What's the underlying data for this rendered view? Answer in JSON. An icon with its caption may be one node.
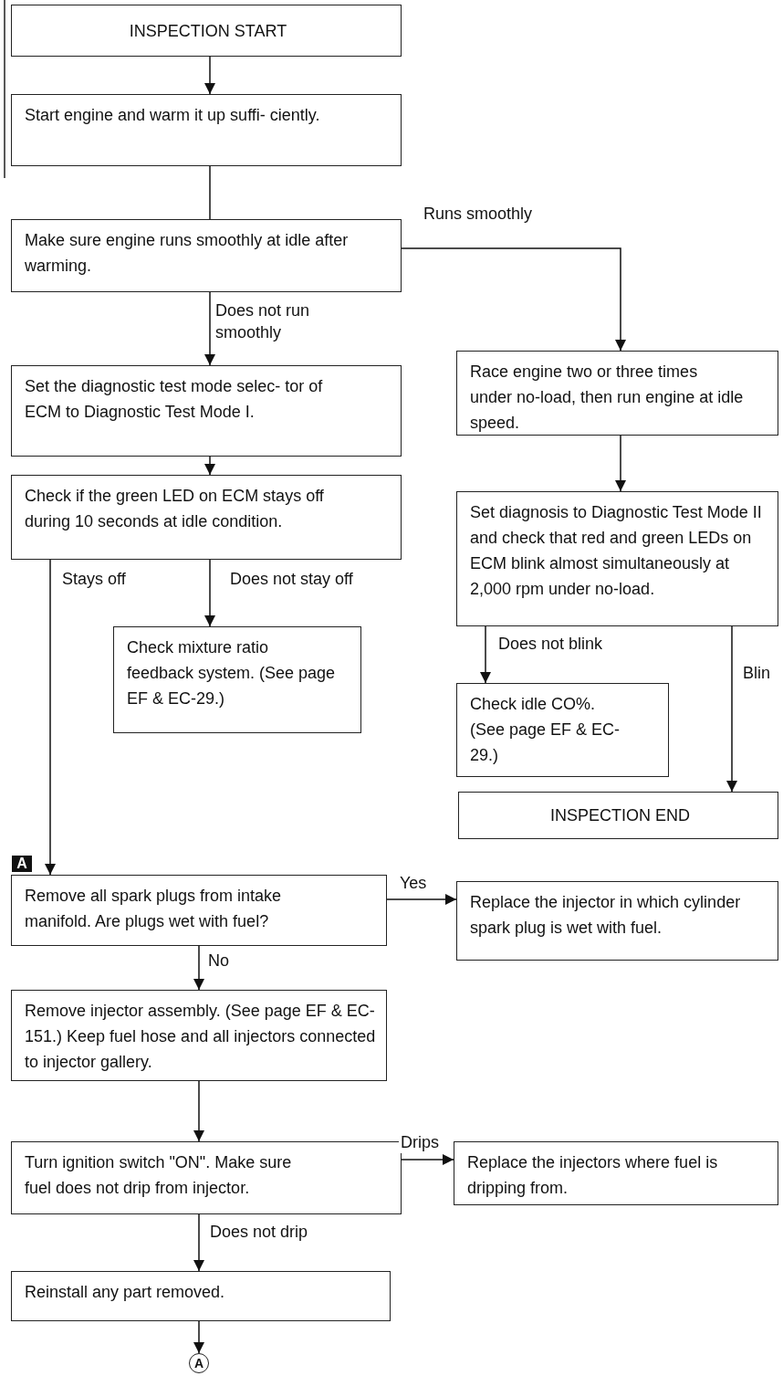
{
  "diagram": {
    "nodes": [
      {
        "text": [
          "INSPECTION START"
        ]
      },
      {
        "text": [
          "Start engine and warm it up suffi- ciently."
        ]
      },
      {
        "text": [
          "Make sure engine runs smoothly at idle after warming."
        ]
      },
      {
        "text": [
          "Set the diagnostic test mode selec- tor of ECM to Diagnostic Test Mode I."
        ]
      },
      {
        "text": [
          "Race engine two or three times under no-load, then run engine at idle speed."
        ]
      },
      {
        "text": [
          "Check if the green LED on ECM stays off during 10 seconds at idle condition."
        ]
      },
      {
        "text": [
          "Set diagnosis to Diagnostic Test Mode II and check that red and green LEDs on ECM blink almost simultaneously at 2,000 rpm under no-load."
        ]
      },
      {
        "text": [
          "Check mixture ratio feedback system. (See page EF & EC-29.)"
        ]
      },
      {
        "text": [
          "Check idle CO%. (See page EF & EC-29.)"
        ]
      },
      {
        "text": [
          "INSPECTION END"
        ]
      },
      {
        "text": [
          "Remove all spark plugs from intake manifold. Are plugs wet with fuel?"
        ],
        "beside": [
          "A"
        ]
      },
      {
        "text": [
          "Replace the injector in which cylinder spark plug is wet with fuel."
        ]
      },
      {
        "text": [
          "Remove injector assembly. (See page EF & EC-151.) Keep fuel hose and all injectors connected to injector gallery."
        ]
      },
      {
        "text": [
          "Turn ignition switch \"ON\". Make sure fuel does not drip from injector."
        ]
      },
      {
        "text": [
          "Replace the injectors where fuel is dripping from."
        ]
      },
      {
        "text": [
          "Reinstall any part removed."
        ]
      },
      {
        "text": [
          "A"
        ]
      }
    ],
    "edges": [
      {
        "from": 0,
        "to": 1,
        "arrow": "to"
      },
      {
        "from": 1,
        "to": 2,
        "arrow": "none"
      },
      {
        "from": 2,
        "to": 4,
        "arrow": "to",
        "label": "Runs smoothly"
      },
      {
        "from": 2,
        "to": 3,
        "arrow": "to",
        "label": "Does not run smoothly"
      },
      {
        "from": 3,
        "to": 5,
        "arrow": "to"
      },
      {
        "from": 4,
        "to": 6,
        "arrow": "to"
      },
      {
        "from": 5,
        "to": 10,
        "arrow": "to",
        "label": "Stays off"
      },
      {
        "from": 5,
        "to": 7,
        "arrow": "to",
        "label": "Does not stay off"
      },
      {
        "from": 6,
        "to": 8,
        "arrow": "to",
        "label": "Does not blink"
      },
      {
        "from": 6,
        "to": 9,
        "arrow": "to",
        "label": "Blin"
      },
      {
        "from": 10,
        "to": 11,
        "arrow": "to",
        "label": "Yes"
      },
      {
        "from": 10,
        "to": 12,
        "arrow": "to",
        "label": "No"
      },
      {
        "from": 12,
        "to": 13,
        "arrow": "to"
      },
      {
        "from": 13,
        "to": 14,
        "arrow": "to",
        "label": "Drips"
      },
      {
        "from": 13,
        "to": 15,
        "arrow": "to",
        "label": "Does not drip"
      },
      {
        "from": 15,
        "to": 16,
        "arrow": "to"
      }
    ]
  }
}
